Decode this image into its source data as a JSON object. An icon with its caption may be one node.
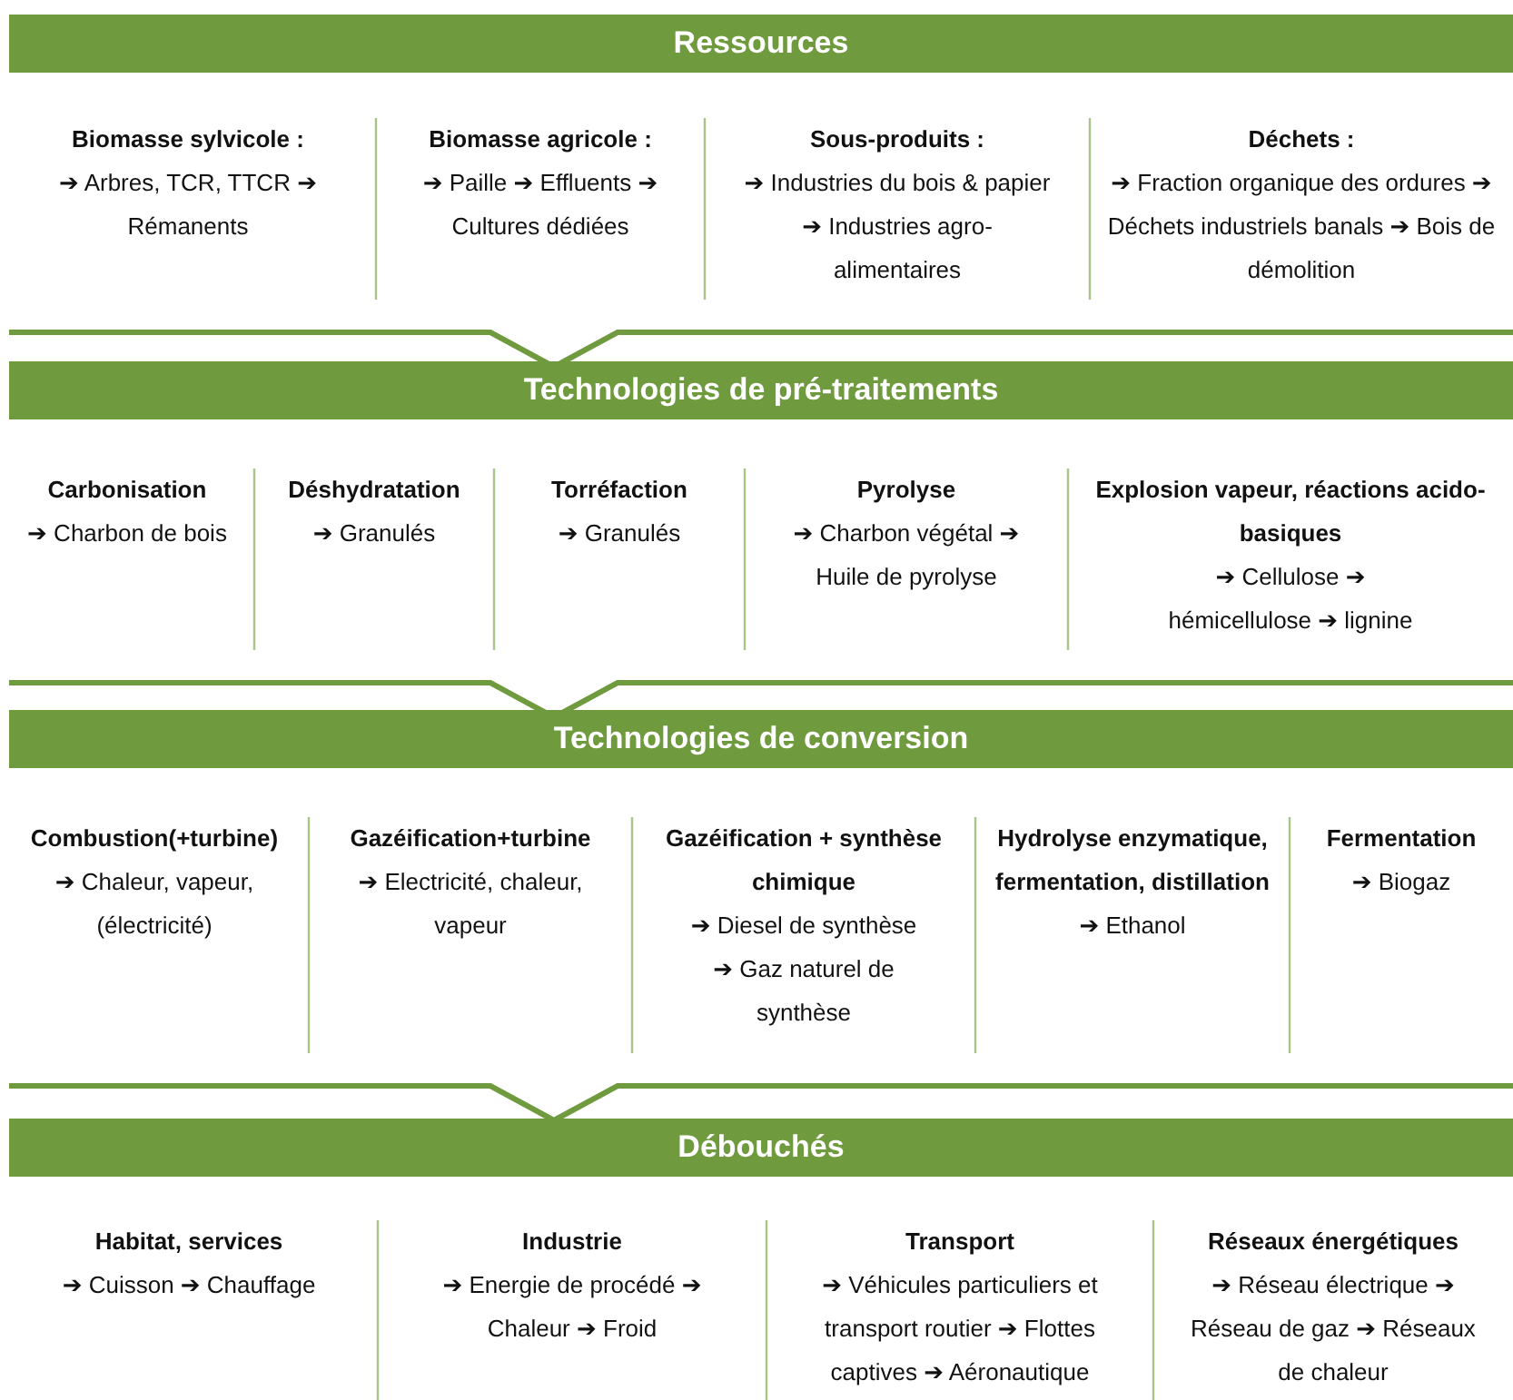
{
  "diagram": {
    "nodes": [
      {
        "text": [
          "Ressources"
        ]
      },
      {
        "text": [
          "Biomasse sylvicole :",
          "➔ Arbres, TCR, TTCR ➔ Rémanents"
        ]
      },
      {
        "text": [
          "Biomasse agricole :",
          "➔ Paille ➔ Effluents ➔ Cultures dédiées"
        ]
      },
      {
        "text": [
          "Sous-produits :",
          "➔ Industries du bois & papier ➔ Industries agro-alimentaires"
        ]
      },
      {
        "text": [
          "Déchets :",
          "➔ Fraction organique des ordures ➔ Déchets industriels banals ➔ Bois de démolition"
        ]
      },
      {
        "text": [
          "Technologies de pré-traitements"
        ]
      },
      {
        "text": [
          "Carbonisation",
          "➔ Charbon de bois"
        ]
      },
      {
        "text": [
          "Déshydratation",
          "➔ Granulés"
        ]
      },
      {
        "text": [
          "Torréfaction",
          "➔ Granulés"
        ]
      },
      {
        "text": [
          "Pyrolyse",
          "➔ Charbon végétal ➔ Huile de pyrolyse"
        ]
      },
      {
        "text": [
          "Explosion vapeur, réactions acido-basiques",
          "➔ Cellulose ➔ hémicellulose ➔ lignine"
        ]
      },
      {
        "text": [
          "Technologies de conversion"
        ]
      },
      {
        "text": [
          "Combustion(+turbine)",
          "➔ Chaleur, vapeur, (électricité)"
        ]
      },
      {
        "text": [
          "Gazéification+turbine",
          "➔ Electricité, chaleur, vapeur"
        ]
      },
      {
        "text": [
          "Gazéification + synthèse chimique",
          "➔ Diesel de synthèse ➔ Gaz naturel de synthèse"
        ]
      },
      {
        "text": [
          "Hydrolyse enzymatique, fermentation, distillation",
          "➔ Ethanol"
        ]
      },
      {
        "text": [
          "Fermentation",
          "➔ Biogaz"
        ]
      },
      {
        "text": [
          "Débouchés"
        ]
      },
      {
        "text": [
          "Habitat, services",
          "➔ Cuisson ➔ Chauffage"
        ]
      },
      {
        "text": [
          "Industrie",
          "➔ Energie de procédé ➔ Chaleur ➔ Froid"
        ]
      },
      {
        "text": [
          "Transport",
          "➔ Véhicules particuliers et transport routier ➔ Flottes captives ➔ Aéronautique"
        ]
      },
      {
        "text": [
          "Réseaux énergétiques",
          "➔ Réseau électrique ➔ Réseau de gaz ➔ Réseaux de chaleur"
        ]
      }
    ]
  }
}
